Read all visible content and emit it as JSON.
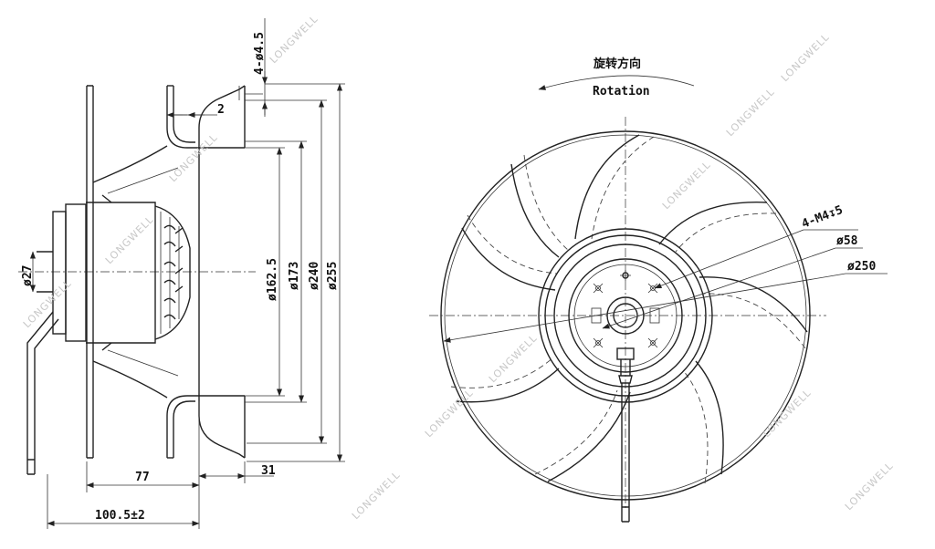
{
  "watermark": "LONGWELL",
  "rotation": {
    "label_cn": "旋转方向",
    "label_en": "Rotation"
  },
  "side_view": {
    "dims": {
      "holes": "4-ø4.5",
      "flange_gap": "2",
      "shaft": "ø27",
      "inner_inlet": "ø162.5",
      "inlet": "ø173",
      "ring": "ø240",
      "outer": "ø255",
      "motor_depth": "77",
      "flange_width": "31",
      "total_depth": "100.5±2"
    }
  },
  "front_view": {
    "dims": {
      "mount": "4-M4↧5",
      "hub": "ø58",
      "impeller": "ø250"
    }
  }
}
